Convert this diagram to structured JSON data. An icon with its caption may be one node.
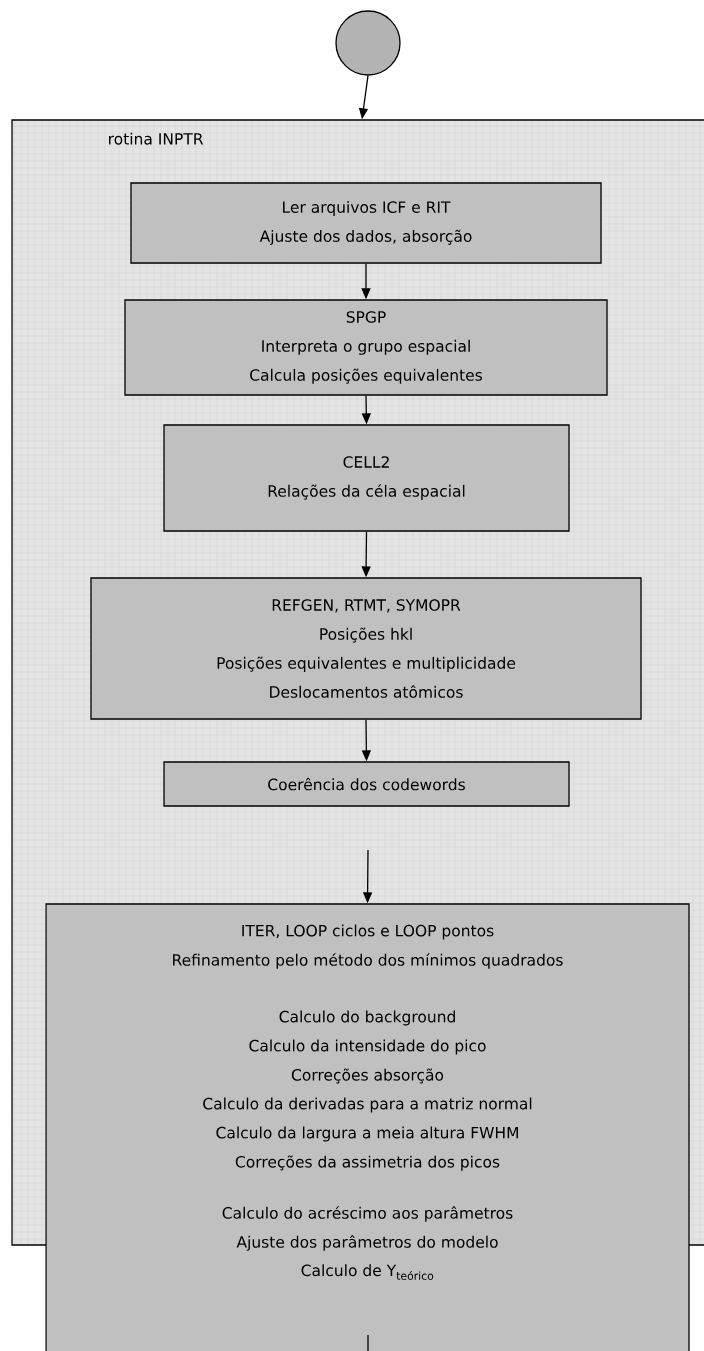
{
  "diagram": {
    "nodes": [
      {
        "text": [],
        "shape": "circle"
      },
      {
        "text": [
          "rotina INPTR"
        ]
      },
      {
        "text": [
          "Ler arquivos ICF e RIT",
          "Ajuste dos dados, absorção"
        ],
        "in": 1
      },
      {
        "text": [
          "SPGP",
          "Interpreta o grupo espacial",
          "Calcula posições equivalentes"
        ],
        "in": 1
      },
      {
        "text": [
          "CELL2",
          "Relações da céla espacial"
        ],
        "in": 1
      },
      {
        "text": [
          "REFGEN, RTMT, SYMOPR",
          "Posições hkl",
          "Posições equivalentes e multiplicidade",
          "Deslocamentos atômicos"
        ],
        "in": 1
      },
      {
        "text": [
          "Coerência dos codewords"
        ],
        "in": 1
      },
      {
        "text": [
          "ITER, LOOP ciclos e LOOP pontos",
          "Refinamento pelo método dos mínimos quadrados",
          "Calculo do background",
          "Calculo da intensidade do pico",
          "Correções absorção",
          "Calculo da derivadas para a matriz normal",
          "Calculo da largura a meia altura FWHM",
          "Correções da assimetria dos picos",
          "Calculo do acréscimo aos parâmetros",
          "Ajuste dos parâmetros do modelo",
          "Calculo de Y$_{teórico}$"
        ]
      }
    ],
    "edges": [
      {
        "from": 0,
        "to": 1,
        "arrow": "to"
      },
      {
        "from": 2,
        "to": 3,
        "arrow": "to"
      },
      {
        "from": 3,
        "to": 4,
        "arrow": "to"
      },
      {
        "from": 4,
        "to": 5,
        "arrow": "to"
      },
      {
        "from": 5,
        "to": 6,
        "arrow": "to"
      },
      {
        "from": null,
        "to": 7,
        "arrow": "to"
      },
      {
        "from": 7,
        "to": null,
        "arrow": "none"
      }
    ]
  }
}
